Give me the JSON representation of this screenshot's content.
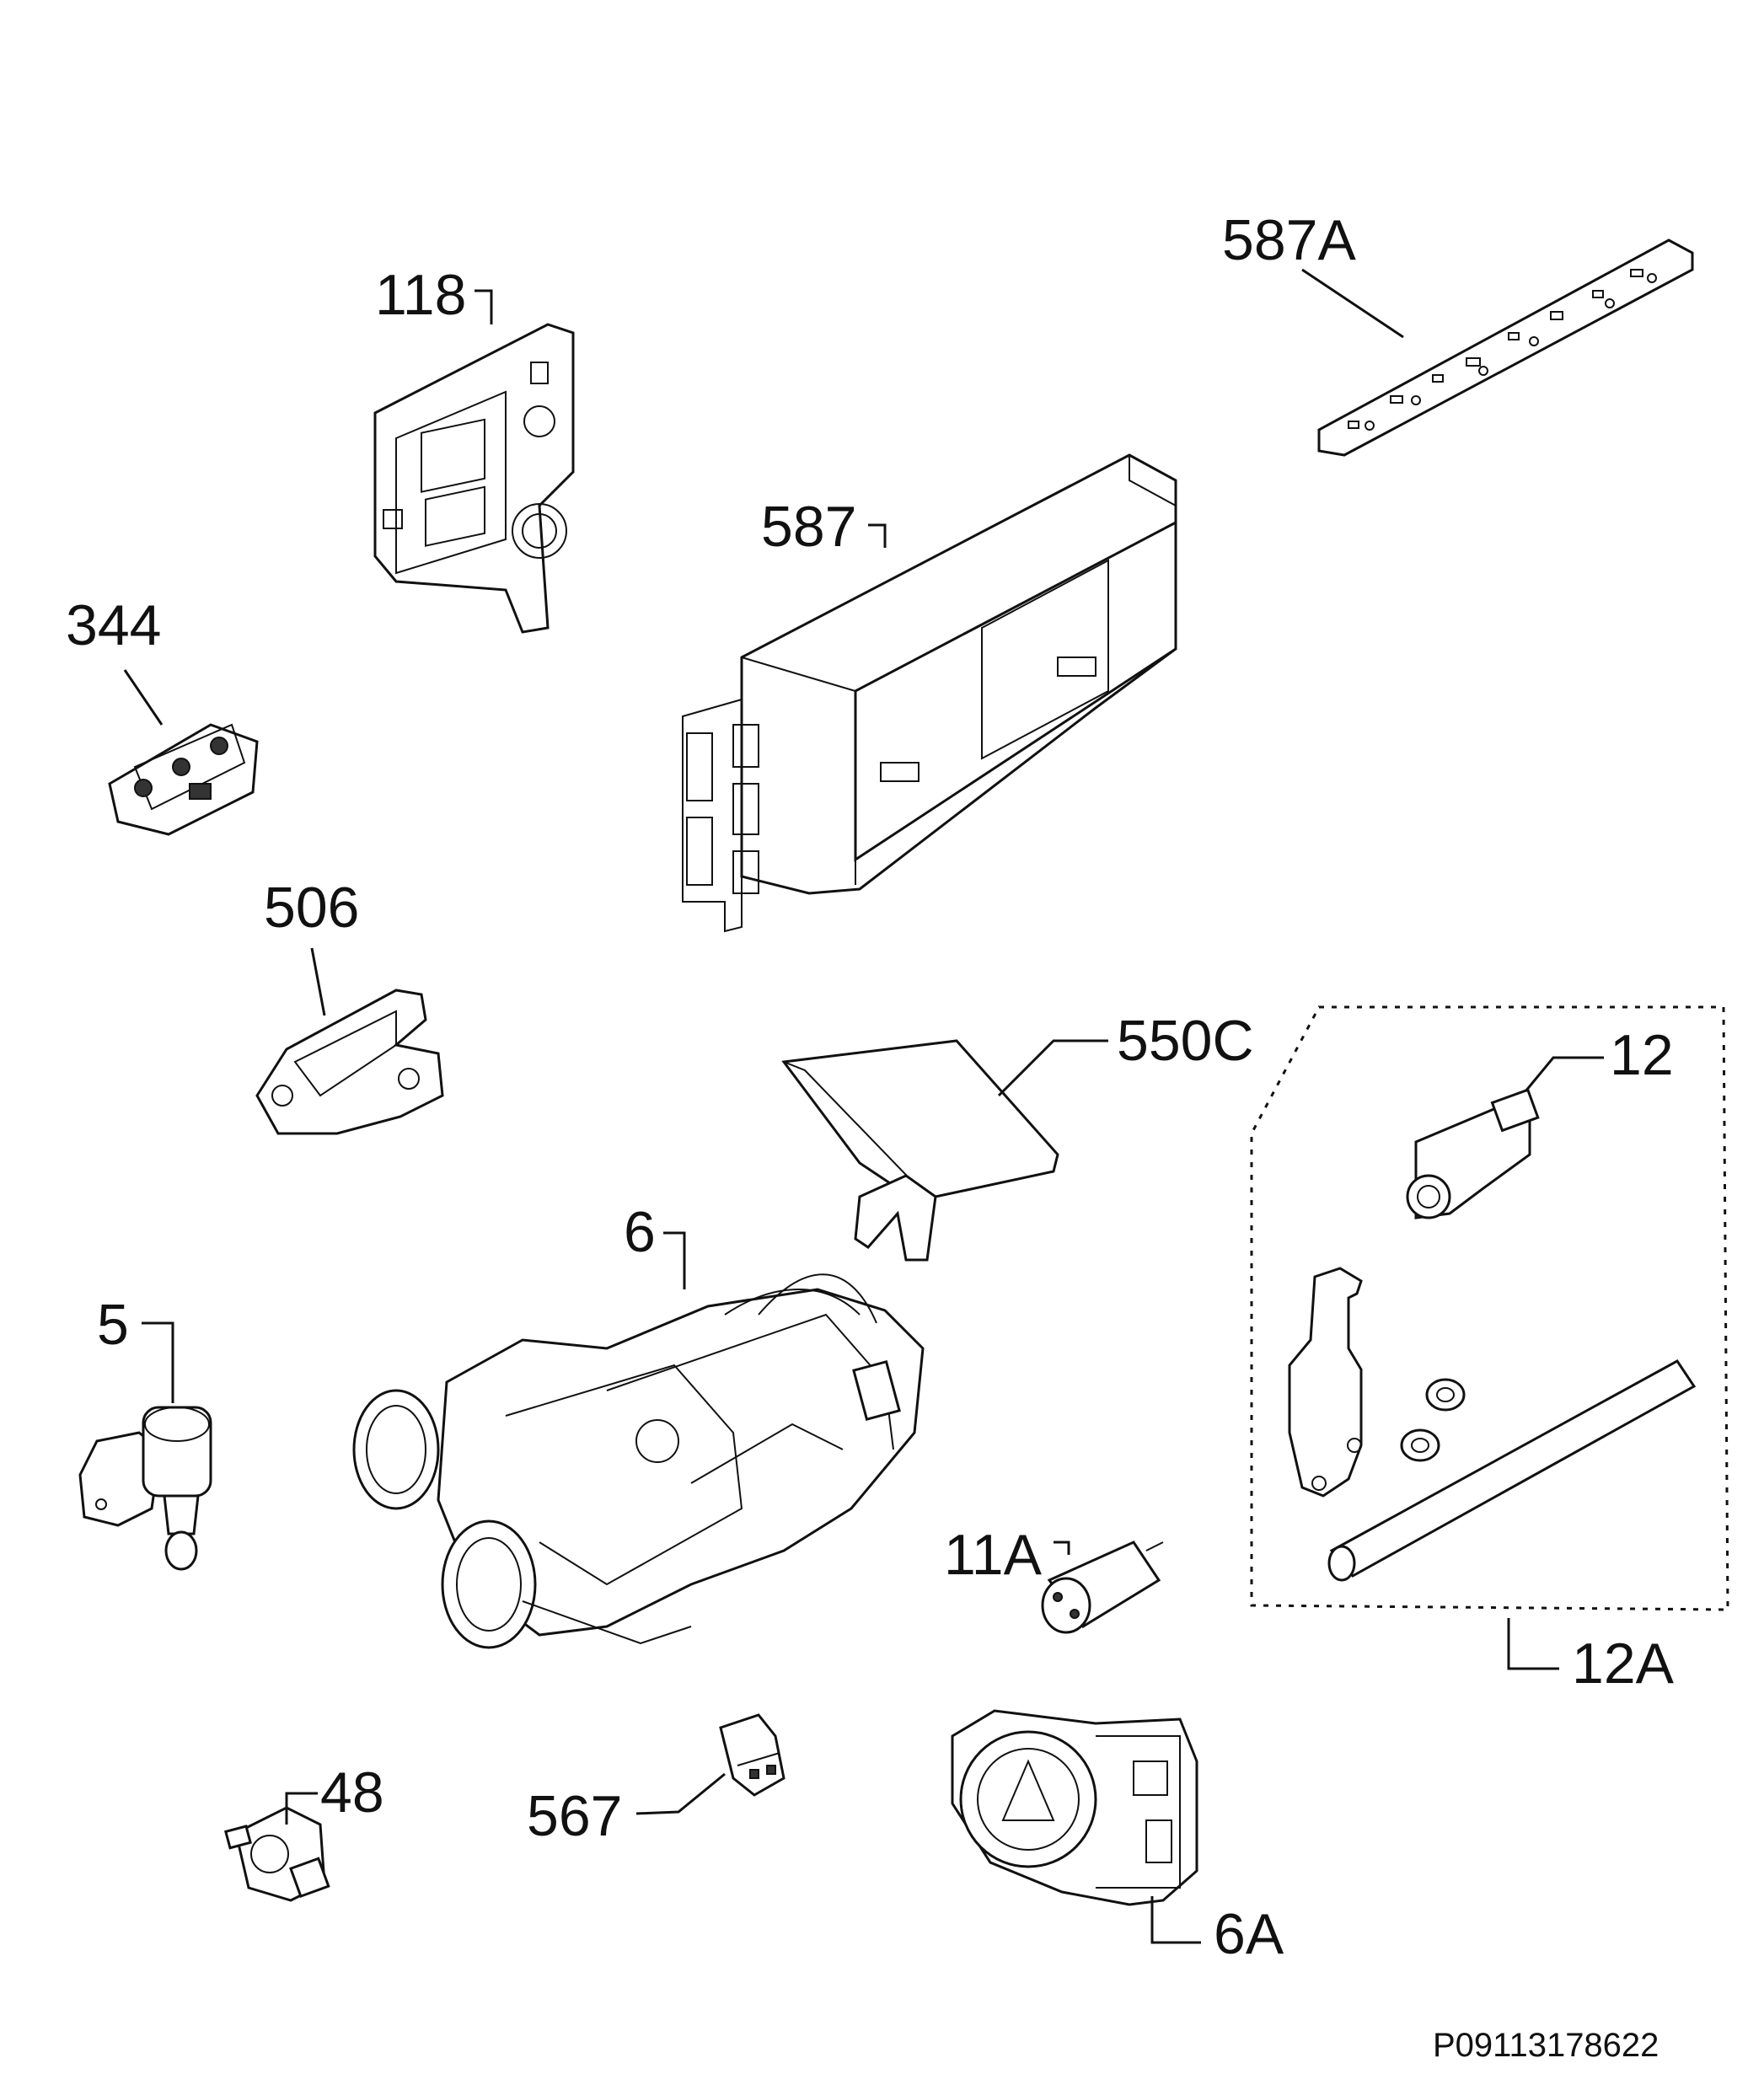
{
  "diagram": {
    "drawing_code": "P09113178622",
    "parts": [
      {
        "id": "118",
        "label": "118"
      },
      {
        "id": "587A",
        "label": "587A"
      },
      {
        "id": "587",
        "label": "587"
      },
      {
        "id": "344",
        "label": "344"
      },
      {
        "id": "506",
        "label": "506"
      },
      {
        "id": "550C",
        "label": "550C"
      },
      {
        "id": "12",
        "label": "12"
      },
      {
        "id": "6",
        "label": "6"
      },
      {
        "id": "5",
        "label": "5"
      },
      {
        "id": "11A",
        "label": "11A"
      },
      {
        "id": "12A",
        "label": "12A"
      },
      {
        "id": "48",
        "label": "48"
      },
      {
        "id": "567",
        "label": "567"
      },
      {
        "id": "6A",
        "label": "6A"
      }
    ]
  }
}
